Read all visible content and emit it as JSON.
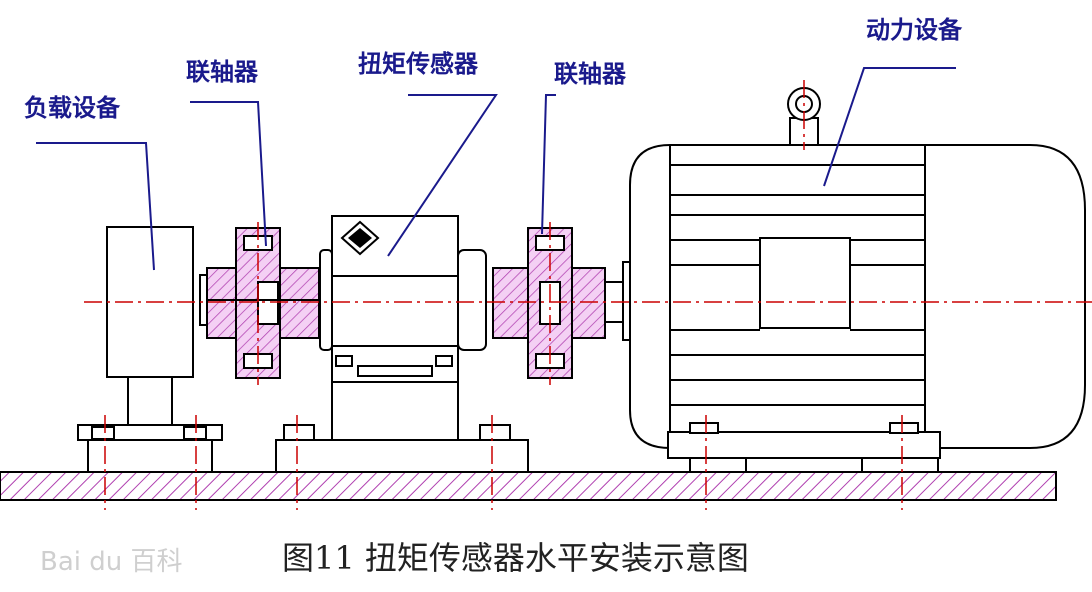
{
  "labels": {
    "load": "负载设备",
    "coupling_left": "联轴器",
    "sensor": "扭矩传感器",
    "coupling_right": "联轴器",
    "power": "动力设备"
  },
  "caption": "图11 扭矩传感器水平安装示意图",
  "watermark": "Bai du 百科",
  "colors": {
    "line": "#000000",
    "leader": "#1a1a8c",
    "centerline": "#cc0000",
    "hatch": "#b040b0",
    "flange_fill": "#f0c0f0"
  }
}
